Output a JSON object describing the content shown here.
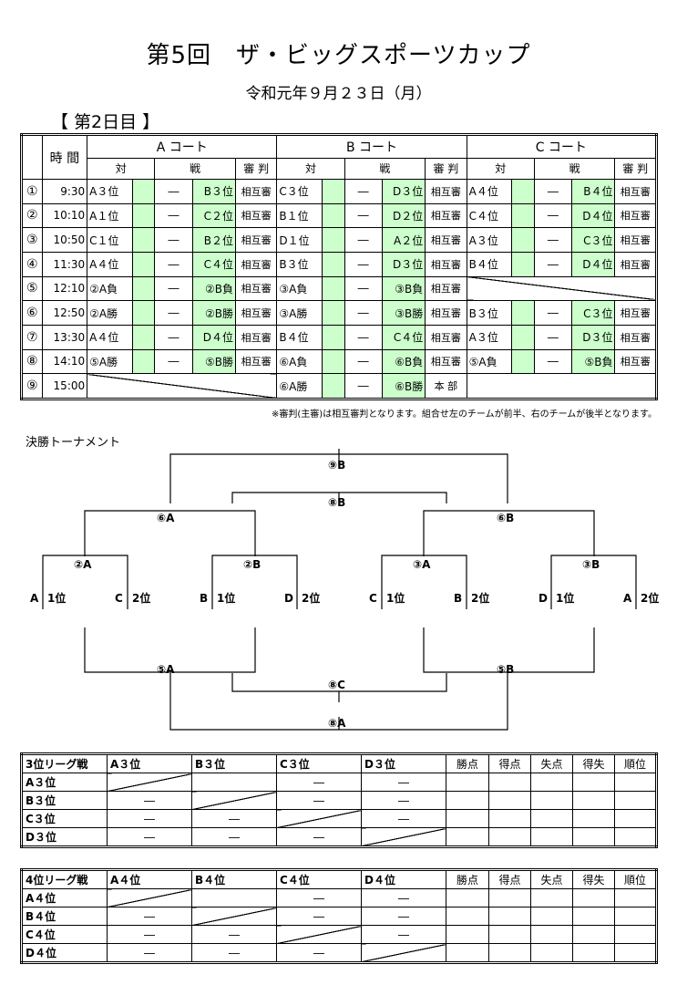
{
  "title": "第5回　ザ・ビッグスポーツカップ",
  "date": "令和元年９月２３日（月）",
  "day_label": "【 第2日目 】",
  "schedule": {
    "time_header": "時 間",
    "courts": [
      "A コート",
      "B コート",
      "C コート"
    ],
    "sub_headers": {
      "vs1": "対",
      "vs2": "戦",
      "ref": "審 判"
    },
    "rows": [
      {
        "no": "①",
        "time": "9:30",
        "a": [
          "A３位",
          "―",
          "B３位",
          "相互審"
        ],
        "b": [
          "C３位",
          "―",
          "D３位",
          "相互審"
        ],
        "c": [
          "A４位",
          "―",
          "B４位",
          "相互審"
        ]
      },
      {
        "no": "②",
        "time": "10:10",
        "a": [
          "A１位",
          "―",
          "C２位",
          "相互審"
        ],
        "b": [
          "B１位",
          "―",
          "D２位",
          "相互審"
        ],
        "c": [
          "C４位",
          "―",
          "D４位",
          "相互審"
        ]
      },
      {
        "no": "③",
        "time": "10:50",
        "a": [
          "C１位",
          "―",
          "B２位",
          "相互審"
        ],
        "b": [
          "D１位",
          "―",
          "A２位",
          "相互審"
        ],
        "c": [
          "A３位",
          "―",
          "C３位",
          "相互審"
        ]
      },
      {
        "no": "④",
        "time": "11:30",
        "a": [
          "A４位",
          "―",
          "C４位",
          "相互審"
        ],
        "b": [
          "B３位",
          "―",
          "D３位",
          "相互審"
        ],
        "c": [
          "B４位",
          "―",
          "D４位",
          "相互審"
        ]
      },
      {
        "no": "⑤",
        "time": "12:10",
        "a": [
          "②A負",
          "―",
          "②B負",
          "相互審"
        ],
        "b": [
          "③A負",
          "―",
          "③B負",
          "相互審"
        ],
        "c": null
      },
      {
        "no": "⑥",
        "time": "12:50",
        "a": [
          "②A勝",
          "―",
          "②B勝",
          "相互審"
        ],
        "b": [
          "③A勝",
          "―",
          "③B勝",
          "相互審"
        ],
        "c": [
          "B３位",
          "―",
          "C３位",
          "相互審"
        ]
      },
      {
        "no": "⑦",
        "time": "13:30",
        "a": [
          "A４位",
          "―",
          "D４位",
          "相互審"
        ],
        "b": [
          "B４位",
          "―",
          "C４位",
          "相互審"
        ],
        "c": [
          "A３位",
          "―",
          "D３位",
          "相互審"
        ]
      },
      {
        "no": "⑧",
        "time": "14:10",
        "a": [
          "⑤A勝",
          "―",
          "⑤B勝",
          "相互審"
        ],
        "b": [
          "⑥A負",
          "―",
          "⑥B負",
          "相互審"
        ],
        "c": [
          "⑤A負",
          "―",
          "⑤B負",
          "相互審"
        ]
      },
      {
        "no": "⑨",
        "time": "15:00",
        "a": null,
        "b": [
          "⑥A勝",
          "―",
          "⑥B勝",
          "本 部"
        ],
        "c": "blank"
      }
    ]
  },
  "note": "※審判(主審)は相互審判となります。組合せ左のチームが前半、右のチームが後半となります。",
  "bracket": {
    "title": "決勝トーナメント",
    "labels": {
      "final": "⑨B",
      "third": "⑧B",
      "semi_left": "⑥A",
      "semi_right": "⑥B",
      "qf1": "②A",
      "qf2": "②B",
      "qf3": "③A",
      "qf4": "③B",
      "lower_left": "⑤A",
      "lower_right": "⑤B",
      "lower_mid": "⑧C",
      "lower_final": "⑧A"
    },
    "seeds": [
      {
        "letter": "A",
        "rank": "1位"
      },
      {
        "letter": "C",
        "rank": "2位"
      },
      {
        "letter": "B",
        "rank": "1位"
      },
      {
        "letter": "D",
        "rank": "2位"
      },
      {
        "letter": "C",
        "rank": "1位"
      },
      {
        "letter": "B",
        "rank": "2位"
      },
      {
        "letter": "D",
        "rank": "1位"
      },
      {
        "letter": "A",
        "rank": "2位"
      }
    ]
  },
  "league3": {
    "title": "3位リーグ戦",
    "teams": [
      "A３位",
      "B３位",
      "C３位",
      "D３位"
    ],
    "stats": [
      "勝点",
      "得点",
      "失点",
      "得失",
      "順位"
    ],
    "dash": "―"
  },
  "league4": {
    "title": "4位リーグ戦",
    "teams": [
      "A４位",
      "B４位",
      "C４位",
      "D４位"
    ],
    "stats": [
      "勝点",
      "得点",
      "失点",
      "得失",
      "順位"
    ],
    "dash": "―"
  }
}
